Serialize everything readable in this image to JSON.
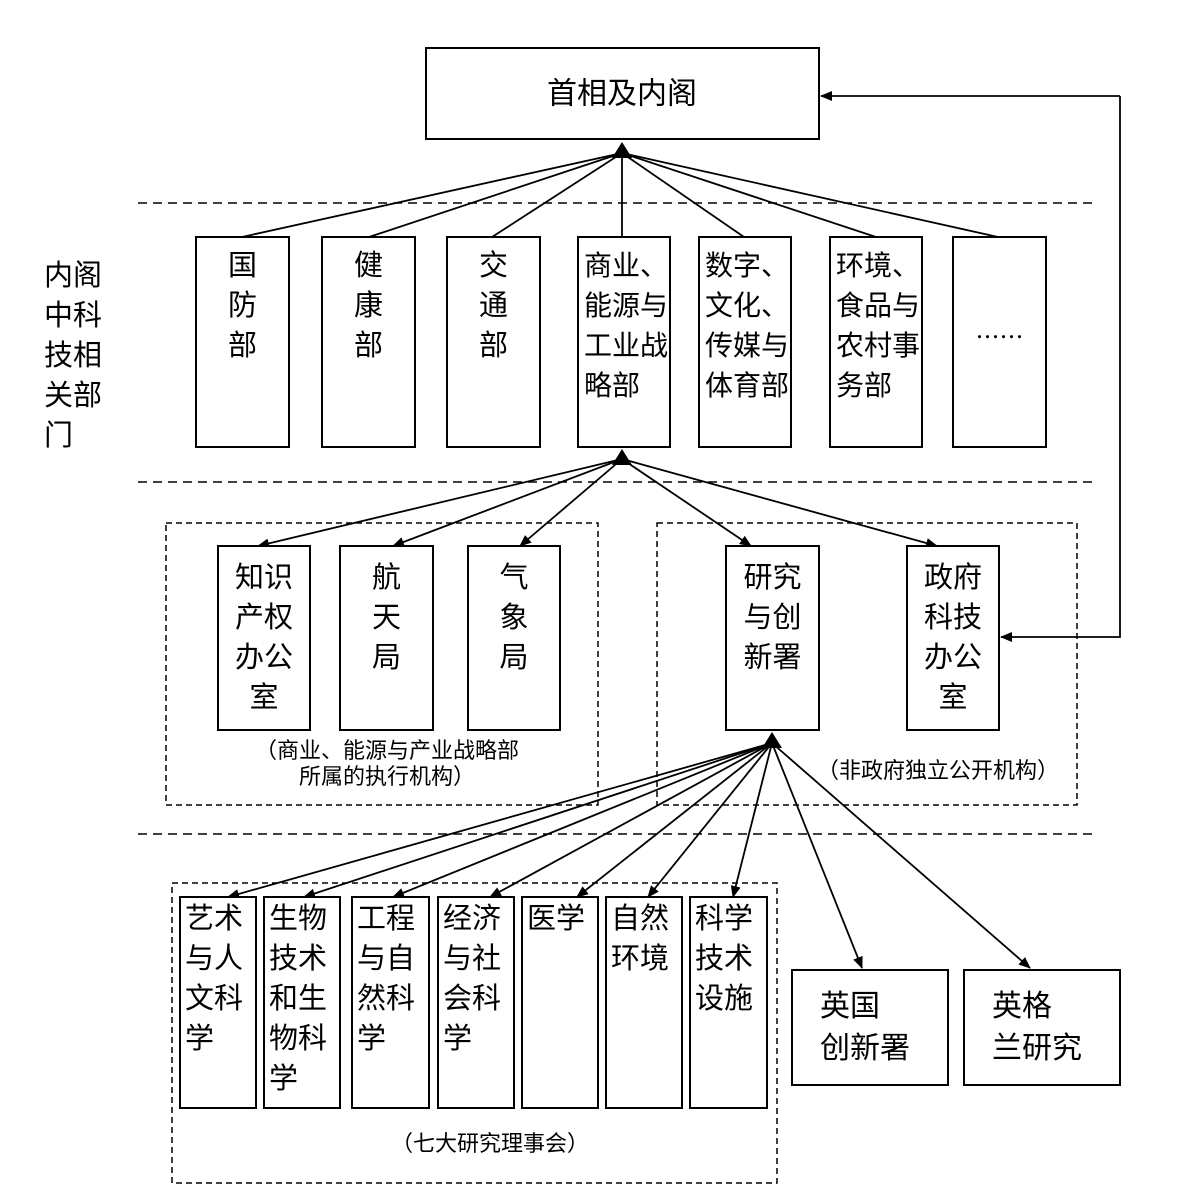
{
  "top": {
    "label": "首相及内阁"
  },
  "side_label": "内阁中科技相关部门",
  "departments": [
    {
      "name": "国防部"
    },
    {
      "name": "健康部"
    },
    {
      "name": "交通部"
    },
    {
      "name": "商业、能源与工业战略部"
    },
    {
      "name": "数字、文化、传媒与体育部"
    },
    {
      "name": "环境、食品与农村事务部"
    },
    {
      "name": "……"
    }
  ],
  "executive_agencies": {
    "items": [
      "知识产权办公室",
      "航天局",
      "气象局"
    ],
    "caption_line1": "（商业、能源与产业战略部",
    "caption_line2": "所属的执行机构）"
  },
  "independent_bodies": {
    "items": [
      "研究与创新署",
      "政府科技办公室"
    ],
    "caption": "（非政府独立公开机构）"
  },
  "research_councils": {
    "items": [
      "艺术与人文科学",
      "生物技术和生物科学",
      "工程与自然科学",
      "经济与社会科学",
      "医学",
      "自然环境",
      "科学技术设施"
    ],
    "caption": "（七大研究理事会）"
  },
  "ukri_children": [
    "英国创新署",
    "英格兰研究"
  ]
}
